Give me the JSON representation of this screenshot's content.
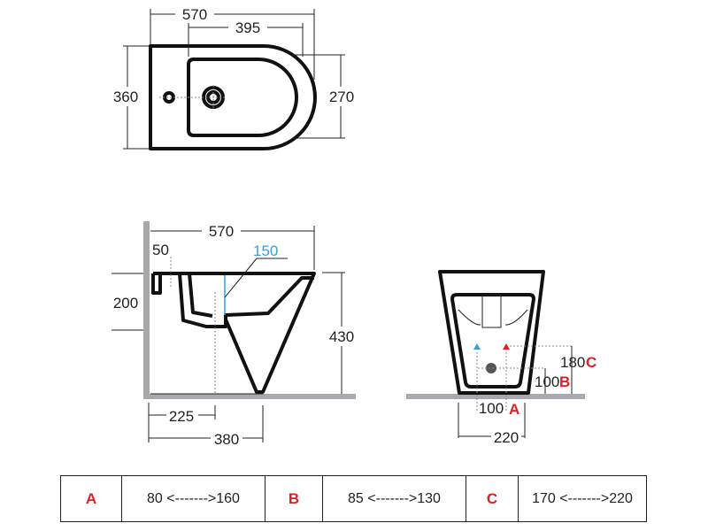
{
  "top_view": {
    "width_total": "570",
    "bowl_length": "395",
    "depth": "360",
    "bowl_width": "270"
  },
  "side_view": {
    "length": "570",
    "tap_offset": "50",
    "water_level": "150",
    "rim_height": "200",
    "total_height": "430",
    "drain_offset": "225",
    "base_length": "380"
  },
  "front_view": {
    "hose_spacing": "100",
    "label_a": "A",
    "drain_height": "100",
    "label_b": "B",
    "supply_height": "180",
    "label_c": "C",
    "base_width": "220"
  },
  "table": [
    {
      "key": "A",
      "range": "80 <------->160"
    },
    {
      "key": "B",
      "range": "85 <------->130"
    },
    {
      "key": "C",
      "range": "170 <------->220"
    }
  ],
  "colors": {
    "accent_red": "#d7222a",
    "accent_blue": "#3a9fd8",
    "floor_gray": "#a7a9ac"
  }
}
